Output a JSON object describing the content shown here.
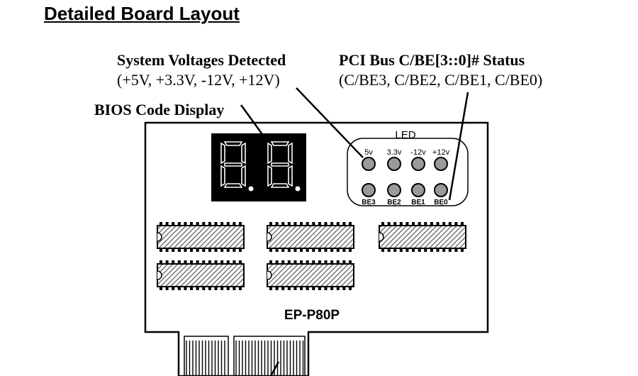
{
  "page": {
    "title": "Detailed Board Layout"
  },
  "callouts": {
    "voltages": {
      "title": "System Voltages Detected",
      "subtitle": "(+5V, +3.3V, -12V, +12V)"
    },
    "pci_status": {
      "title": "PCI Bus C/BE[3::0]# Status",
      "subtitle": "(C/BE3, C/BE2, C/BE1, C/BE0)"
    },
    "bios": {
      "title": "BIOS Code Display"
    }
  },
  "board": {
    "model": "EP-P80P",
    "led_panel": {
      "title": "LED",
      "voltage_labels": [
        "5v",
        "3.3v",
        "-12v",
        "+12v"
      ],
      "status_labels": [
        "BE̲3",
        "BE̲2",
        "BE̲1",
        "BE̲0"
      ]
    },
    "colors": {
      "ink": "#000000",
      "led": "#9a9a9a",
      "chip_hatch": "#555555",
      "board": "#ffffff"
    }
  }
}
